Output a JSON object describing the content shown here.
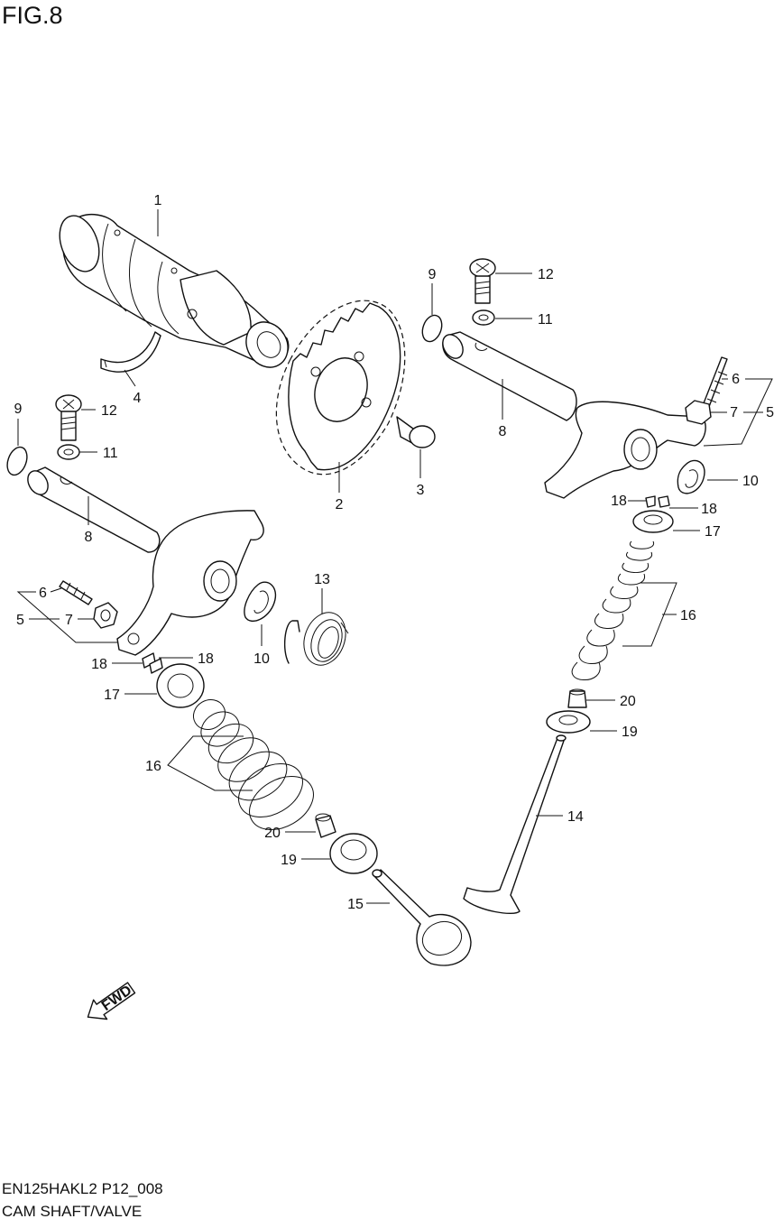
{
  "header": {
    "figure_title": "FIG.8"
  },
  "footer": {
    "model_code": "EN125HAKL2 P12_008",
    "caption": "CAM SHAFT/VALVE"
  },
  "fwd_arrow": {
    "label": "FWD"
  },
  "callouts": {
    "c1": "1",
    "c2": "2",
    "c3": "3",
    "c4": "4",
    "c5a": "5",
    "c5b": "5",
    "c6a": "6",
    "c6b": "6",
    "c7a": "7",
    "c7b": "7",
    "c8a": "8",
    "c8b": "8",
    "c9a": "9",
    "c9b": "9",
    "c10a": "10",
    "c10b": "10",
    "c11a": "11",
    "c11b": "11",
    "c12a": "12",
    "c12b": "12",
    "c13": "13",
    "c14": "14",
    "c15": "15",
    "c16a": "16",
    "c16b": "16",
    "c17a": "17",
    "c17b": "17",
    "c18a": "18",
    "c18b": "18",
    "c18c": "18",
    "c18d": "18",
    "c19a": "19",
    "c19b": "19",
    "c20a": "20",
    "c20b": "20"
  }
}
